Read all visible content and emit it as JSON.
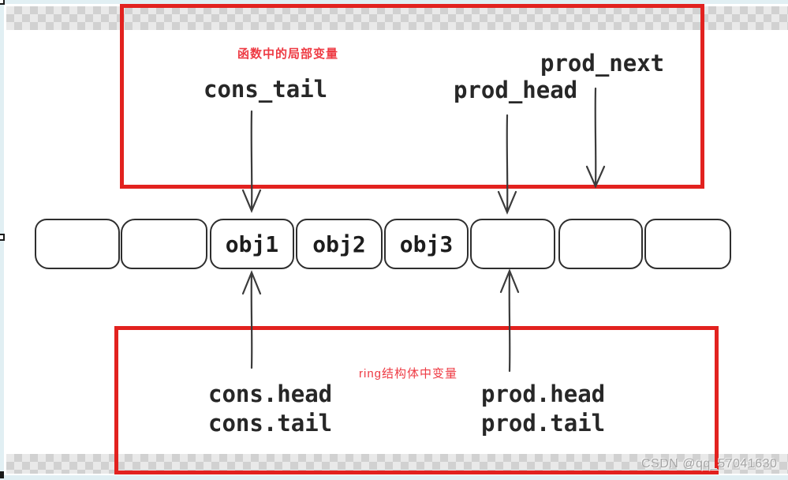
{
  "diagram": {
    "top_group_note": "函数中的局部变量",
    "bottom_group_note": "ring结构体中变量",
    "labels": {
      "cons_tail_local": "cons_tail",
      "prod_head_local": "prod_head",
      "prod_next_local": "prod_next",
      "cons_head_struct": "cons.head",
      "cons_tail_struct": "cons.tail",
      "prod_head_struct": "prod.head",
      "prod_tail_struct": "prod.tail"
    },
    "slots": [
      {
        "label": ""
      },
      {
        "label": ""
      },
      {
        "label": "obj1"
      },
      {
        "label": "obj2"
      },
      {
        "label": "obj3"
      },
      {
        "label": ""
      },
      {
        "label": ""
      },
      {
        "label": ""
      }
    ]
  },
  "watermark": "CSDN @qq_57041630",
  "colors": {
    "highlight_red": "#e2221f",
    "note_red": "#ee3a43",
    "ink": "#272727",
    "edge_blue": "#e1eff3",
    "watermark_gray": "#a3a3a3"
  }
}
